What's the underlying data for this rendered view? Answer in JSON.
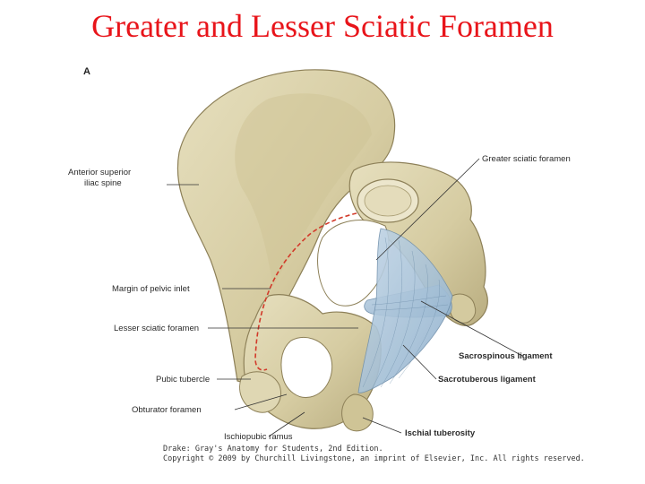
{
  "title": "Greater and Lesser Sciatic Foramen",
  "panel_letter": "A",
  "labels": {
    "asis_line1": "Anterior superior",
    "asis_line2": "iliac spine",
    "margin_pelvic_inlet": "Margin of pelvic inlet",
    "lesser_sciatic_foramen": "Lesser sciatic foramen",
    "pubic_tubercle": "Pubic tubercle",
    "obturator_foramen": "Obturator foramen",
    "ischiopubic_ramus": "Ischiopubic ramus",
    "greater_sciatic_foramen": "Greater sciatic foramen",
    "sacrospinous_ligament": "Sacrospinous ligament",
    "sacrotuberous_ligament": "Sacrotuberous ligament",
    "ischial_tuberosity": "Ischial tuberosity"
  },
  "credit": {
    "line1": "Drake: Gray's Anatomy for Students, 2nd Edition.",
    "line2": "Copyright © 2009 by Churchill Livingstone, an imprint of Elsevier, Inc. All rights reserved."
  },
  "colors": {
    "title": "#e8141a",
    "bone": "#d8cfa8",
    "bone_shadow": "#b3a77a",
    "ligament": "#a9c3d9",
    "pelvic_inlet_line": "#d23a2a"
  }
}
